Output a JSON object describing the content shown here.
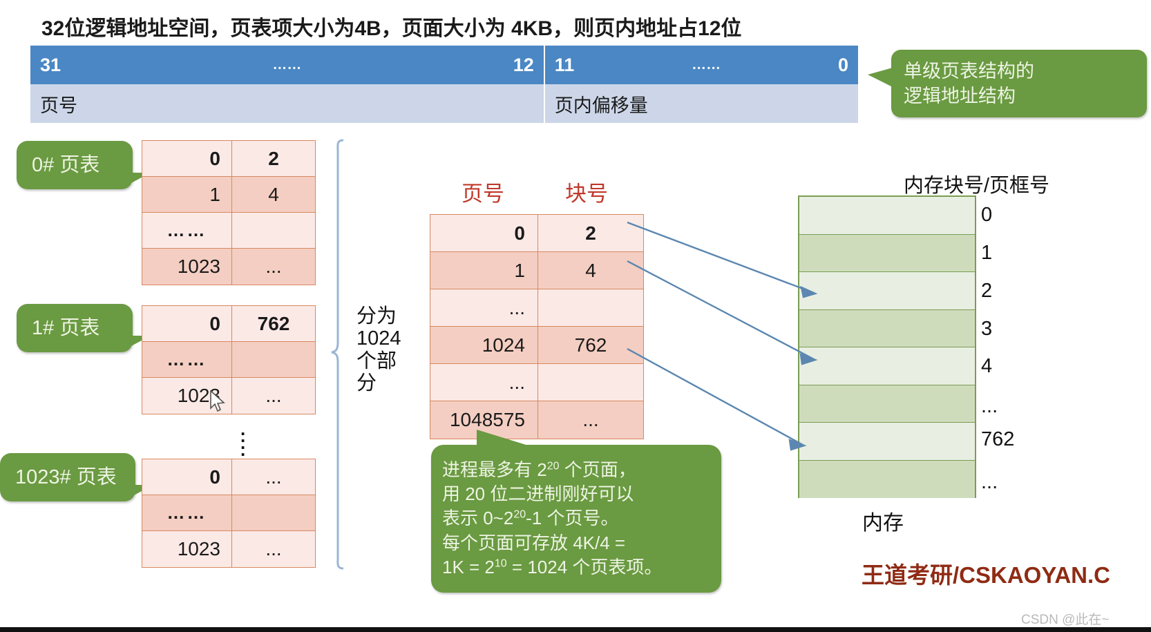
{
  "title": "32位逻辑地址空间，页表项大小为4B，页面大小为 4KB，则页内地址占12位",
  "address_bar": {
    "page_number_field": {
      "high_bit": "31",
      "dots": "……",
      "low_bit": "12",
      "label": "页号"
    },
    "offset_field": {
      "high_bit": "11",
      "dots": "……",
      "low_bit": "0",
      "label": "页内偏移量"
    }
  },
  "callouts": {
    "structure": {
      "line1": "单级页表结构的",
      "line2": "逻辑地址结构"
    },
    "page_table_0": "0# 页表",
    "page_table_1": "1# 页表",
    "page_table_1023": "1023# 页表",
    "explanation": {
      "l1_a": "进程最多有 2",
      "l1_sup": "20",
      "l1_b": " 个页面，",
      "l2": "用 20 位二进制刚好可以",
      "l3_a": "表示 0~2",
      "l3_sup": "20",
      "l3_b": "-1 个页号。",
      "l4": "每个页面可存放 4K/4 =",
      "l5_a": "1K = 2",
      "l5_sup": "10",
      "l5_b": " = 1024 个页表项。"
    }
  },
  "bracket_label": {
    "l1": "分为",
    "l2": "1024",
    "l3": "个部",
    "l4": "分"
  },
  "page_tables": [
    {
      "name": "0# 页表",
      "rows": [
        {
          "page": "0",
          "block": "2",
          "bold": true
        },
        {
          "page": "1",
          "block": "4",
          "bold": false
        },
        {
          "page": "……",
          "block": "",
          "bold": false
        },
        {
          "page": "1023",
          "block": "...",
          "bold": false
        }
      ]
    },
    {
      "name": "1# 页表",
      "rows": [
        {
          "page": "0",
          "block": "762",
          "bold": true
        },
        {
          "page": "……",
          "block": "",
          "bold": false
        },
        {
          "page": "1023",
          "block": "...",
          "bold": false
        }
      ]
    },
    {
      "name": "1023# 页表",
      "rows": [
        {
          "page": "0",
          "block": "...",
          "bold": true
        },
        {
          "page": "……",
          "block": "",
          "bold": false
        },
        {
          "page": "1023",
          "block": "...",
          "bold": false
        }
      ]
    }
  ],
  "center_table": {
    "header_page": "页号",
    "header_block": "块号",
    "rows": [
      {
        "page": "0",
        "block": "2",
        "bold": true
      },
      {
        "page": "1",
        "block": "4",
        "bold": false
      },
      {
        "page": "...",
        "block": "",
        "bold": false
      },
      {
        "page": "1024",
        "block": "762",
        "bold": false
      },
      {
        "page": "...",
        "block": "",
        "bold": false
      },
      {
        "page": "1048575",
        "block": "...",
        "bold": false
      }
    ]
  },
  "memory": {
    "title": "内存块号/页框号",
    "caption": "内存",
    "block_labels": [
      "0",
      "1",
      "2",
      "3",
      "4",
      "...",
      "762",
      "..."
    ]
  },
  "watermark": {
    "brand": "王道考研/CSKAOYAN.C",
    "csdn": "CSDN @此在~"
  },
  "colors": {
    "blue_bar": "#4a87c4",
    "grey_bar": "#ccd6e8",
    "callout_green": "#6a9a41",
    "table_border": "#d7885f",
    "table_row_light": "#fbe9e6",
    "table_row_dark": "#f4cec2",
    "memory_border": "#7a9c53",
    "memory_light": "#e8efe2",
    "memory_dark": "#cfdcbc",
    "arrow_blue": "#5b87b0",
    "header_red": "#c0392b",
    "watermark_red": "#8f2b14"
  },
  "dots_vertical": "⋮"
}
